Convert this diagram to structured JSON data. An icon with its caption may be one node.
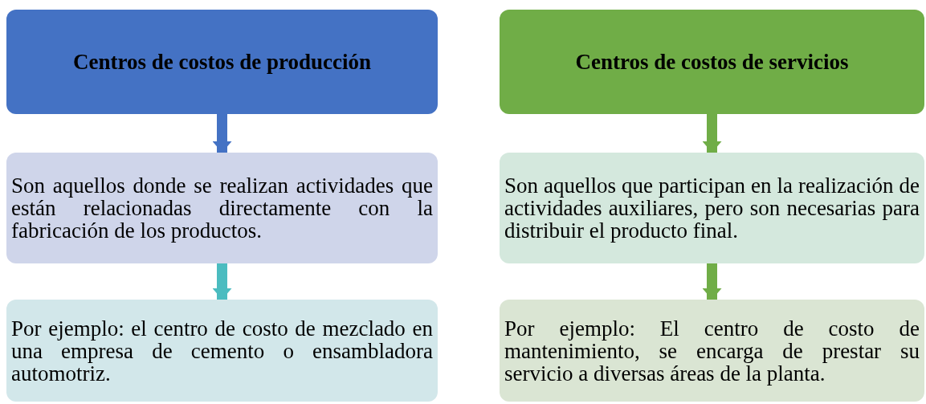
{
  "diagram": {
    "nodes": [
      {
        "text": [
          "Centros de costos de producción"
        ]
      },
      {
        "text": [
          "Son aquellos donde se realizan actividades que están relacionadas directamente con la fabricación de los productos."
        ]
      },
      {
        "text": [
          "Por ejemplo: el centro de costo de mezclado en una empresa de cemento o ensambladora automotriz."
        ]
      },
      {
        "text": [
          "Centros de costos de servicios"
        ]
      },
      {
        "text": [
          "Son aquellos que participan en la realización de actividades auxiliares, pero son necesarias para distribuir el producto final."
        ]
      },
      {
        "text": [
          "Por ejemplo: El centro de costo de mantenimiento, se encarga de prestar su servicio a diversas áreas de la planta."
        ]
      }
    ],
    "edges": [
      {
        "from": 0,
        "to": 1,
        "arrow": "to",
        "color": "#4472c4"
      },
      {
        "from": 1,
        "to": 2,
        "arrow": "to",
        "color": "#4bbcc0"
      },
      {
        "from": 3,
        "to": 4,
        "arrow": "to"
      },
      {
        "from": 4,
        "to": 5,
        "arrow": "to"
      }
    ]
  }
}
